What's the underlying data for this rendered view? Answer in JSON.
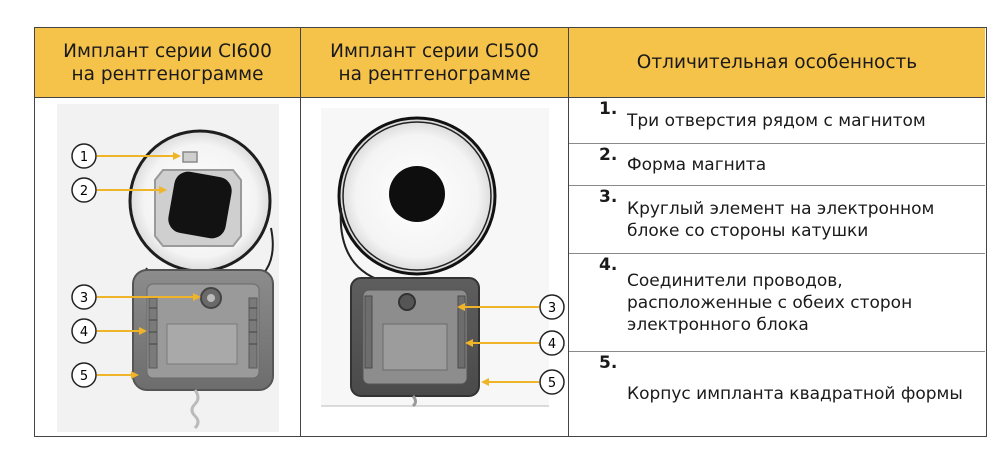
{
  "headers": {
    "col1": "Имплант серии CI600 на рентгенограмме",
    "col2": "Имплант серии CI500 на рентгенограмме",
    "col3": "Отличительная особенность"
  },
  "features": [
    {
      "num": "1.",
      "text": "Три отверстия рядом с магнитом"
    },
    {
      "num": "2.",
      "text": "Форма магнита"
    },
    {
      "num": "3.",
      "text": "Круглый элемент на электронном блоке со стороны катушки"
    },
    {
      "num": "4.",
      "text": "Соединители проводов, расположенные с обеих сторон электронного блока"
    },
    {
      "num": "5.",
      "text": "Корпус импланта квадратной формы"
    }
  ],
  "callouts_ci600": [
    "1",
    "2",
    "3",
    "4",
    "5"
  ],
  "callouts_ci500": [
    "3",
    "4",
    "5"
  ],
  "colors": {
    "header": "#f5c24a",
    "arrow": "#f0b429",
    "border": "#444444"
  }
}
